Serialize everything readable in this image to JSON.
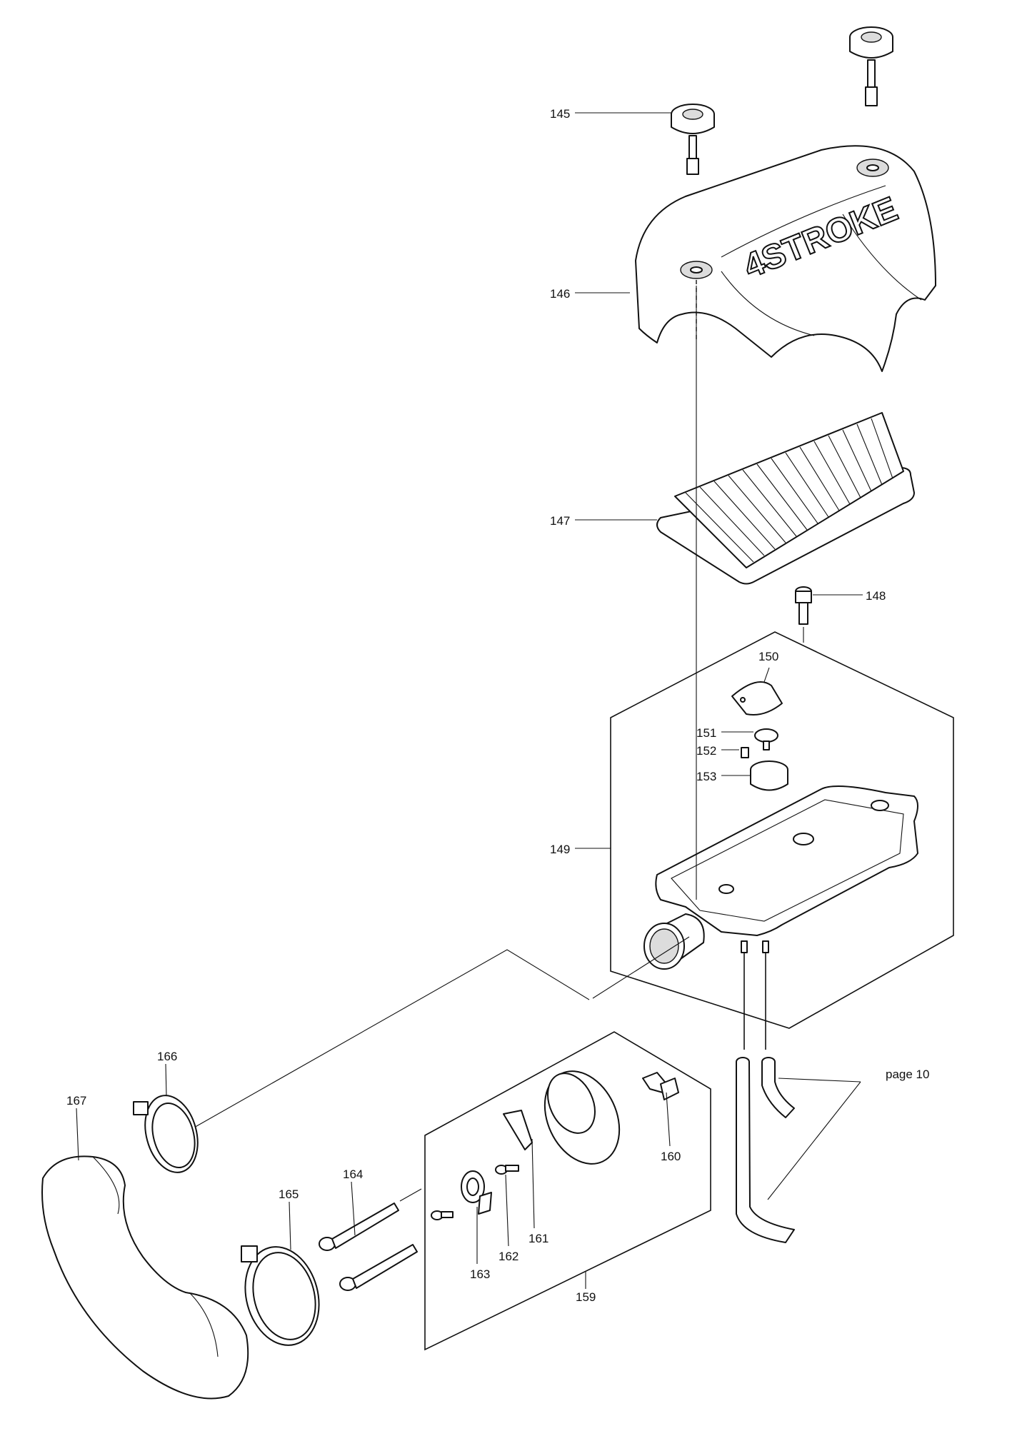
{
  "diagram": {
    "labels": [
      {
        "id": "145",
        "text": "145"
      },
      {
        "id": "146",
        "text": "146"
      },
      {
        "id": "147",
        "text": "147"
      },
      {
        "id": "148",
        "text": "148"
      },
      {
        "id": "149",
        "text": "149"
      },
      {
        "id": "150",
        "text": "150"
      },
      {
        "id": "151",
        "text": "151"
      },
      {
        "id": "152",
        "text": "152"
      },
      {
        "id": "153",
        "text": "153"
      },
      {
        "id": "159",
        "text": "159"
      },
      {
        "id": "160",
        "text": "160"
      },
      {
        "id": "161",
        "text": "161"
      },
      {
        "id": "162",
        "text": "162"
      },
      {
        "id": "163",
        "text": "163"
      },
      {
        "id": "164",
        "text": "164"
      },
      {
        "id": "165",
        "text": "165"
      },
      {
        "id": "166",
        "text": "166"
      },
      {
        "id": "167",
        "text": "167"
      }
    ],
    "page_ref": "page 10",
    "cover_logo": "4STROKE"
  }
}
